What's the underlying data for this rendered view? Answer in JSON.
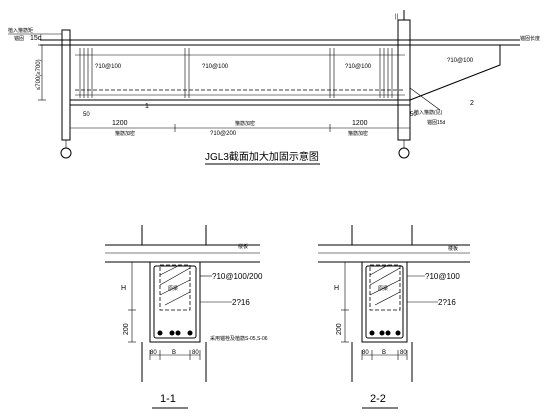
{
  "elevation": {
    "title": "JGL3截面加大加固示意图",
    "left_labels": [
      "植入箍筋矩",
      "锚固",
      "15d"
    ],
    "left_dim": "≤700(≥700)",
    "stirrup_labels": [
      "?10@100",
      "?10@100",
      "?10@100",
      "?10@100"
    ],
    "span_rebar": "?10@200",
    "right_labels": [
      "植入箍筋(见)",
      "锚固15d"
    ],
    "right_edge_label": "锚固长度",
    "section_cut_mark": "1",
    "section_cut_mark_2": "2",
    "dims": [
      "1200",
      "1200",
      "50",
      "50"
    ],
    "dim_notes": [
      "箍筋加密",
      "箍筋加密",
      "箍筋加密"
    ]
  },
  "section_1": {
    "title": "1-1",
    "top_rebar": "?10@100/200",
    "bottom_rebar": "2?16",
    "height_label": "H",
    "depth_label": "200",
    "widths": [
      "80",
      "B",
      "80"
    ],
    "bar_note": "采用锚栓及植筋S-05,S-06",
    "slab_label": "楼板",
    "infill_label": "原梁"
  },
  "section_2": {
    "title": "2-2",
    "top_rebar": "?10@100",
    "bottom_rebar": "2?16",
    "height_label": "H",
    "depth_label": "200",
    "widths": [
      "80",
      "B",
      "80"
    ],
    "slab_label": "楼板",
    "infill_label": "原梁"
  }
}
